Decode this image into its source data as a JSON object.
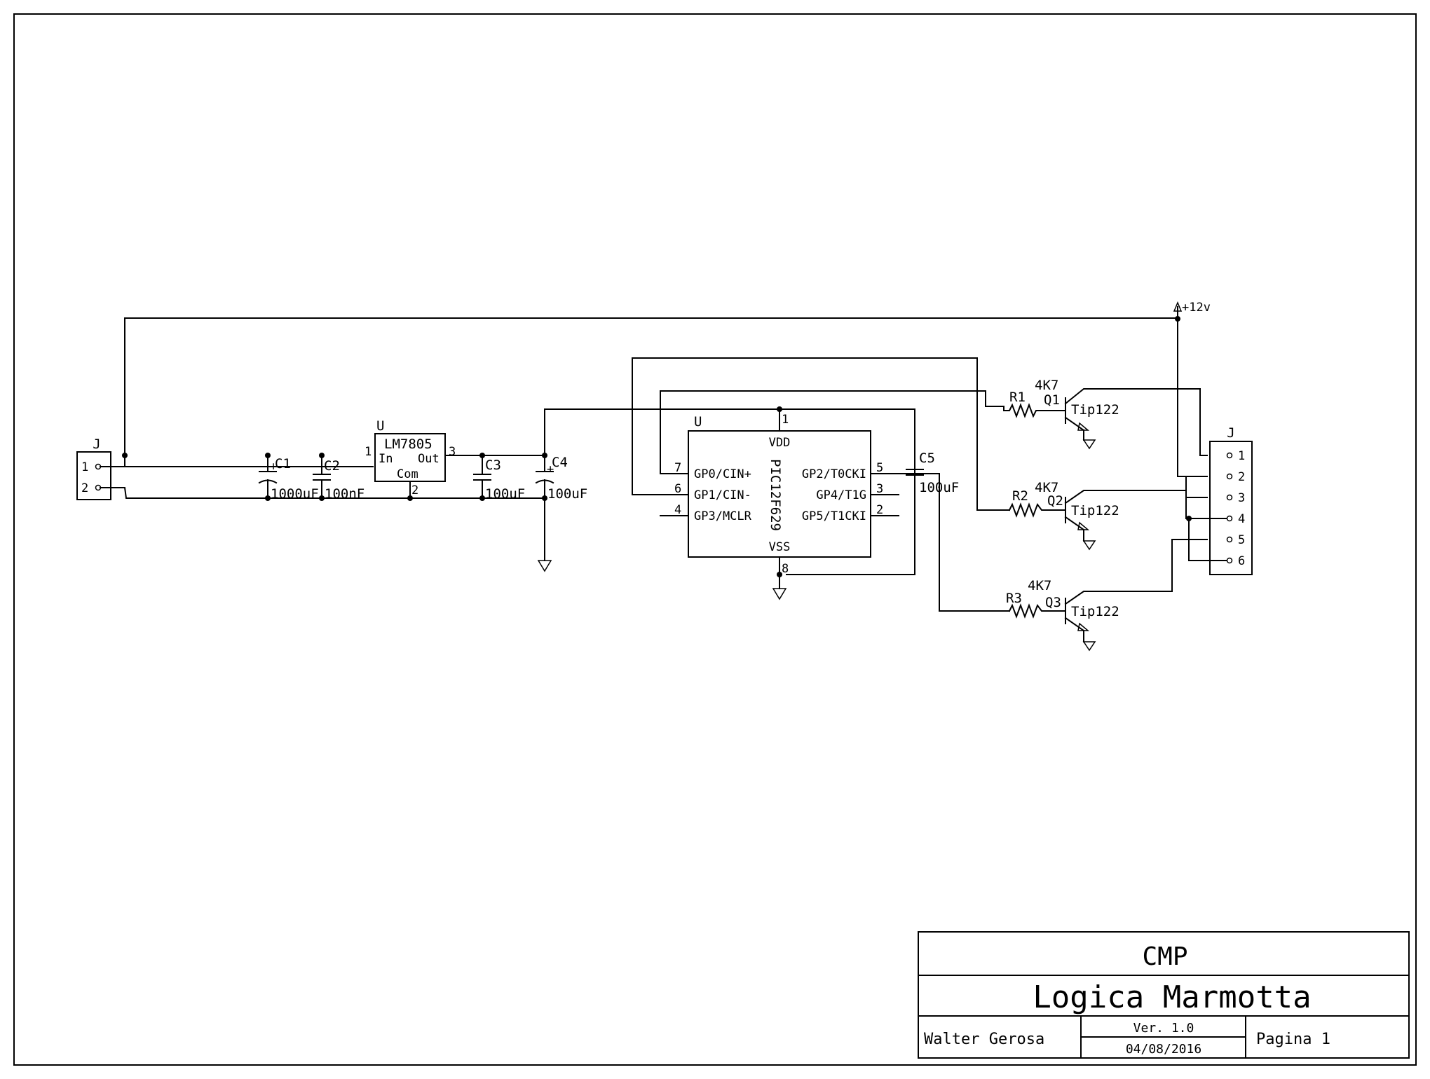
{
  "title_block": {
    "company": "CMP",
    "project": "Logica Marmotta",
    "author": "Walter Gerosa",
    "version": "Ver. 1.0",
    "date": "04/08/2016",
    "page": "Pagina 1"
  },
  "power_label": "+12v",
  "connector_in": {
    "ref": "J",
    "pins": [
      "1",
      "2"
    ]
  },
  "connector_out": {
    "ref": "J",
    "pins": [
      "1",
      "2",
      "3",
      "4",
      "5",
      "6"
    ]
  },
  "regulator": {
    "ref": "U",
    "part": "LM7805",
    "pin_in": "In",
    "pin_out": "Out",
    "pin_com": "Com",
    "num_in": "1",
    "num_com": "2",
    "num_out": "3"
  },
  "mcu": {
    "ref": "U",
    "part": "PIC12F629",
    "vdd": "VDD",
    "vss": "VSS",
    "vdd_num": "1",
    "vss_num": "8",
    "left_pins": [
      {
        "num": "7",
        "name": "GP0/CIN+"
      },
      {
        "num": "6",
        "name": "GP1/CIN-"
      },
      {
        "num": "4",
        "name": "GP3/MCLR"
      }
    ],
    "right_pins": [
      {
        "num": "5",
        "name": "GP2/T0CKI"
      },
      {
        "num": "3",
        "name": "GP4/T1G"
      },
      {
        "num": "2",
        "name": "GP5/T1CKI"
      }
    ]
  },
  "capacitors": [
    {
      "ref": "C1",
      "value": "1000uF"
    },
    {
      "ref": "C2",
      "value": "100nF"
    },
    {
      "ref": "C3",
      "value": "100uF"
    },
    {
      "ref": "C4",
      "value": "100uF"
    },
    {
      "ref": "C5",
      "value": "100uF"
    }
  ],
  "resistors": [
    {
      "ref": "R1",
      "value": "4K7"
    },
    {
      "ref": "R2",
      "value": "4K7"
    },
    {
      "ref": "R3",
      "value": "4K7"
    }
  ],
  "transistors": [
    {
      "ref": "Q1",
      "part": "Tip122"
    },
    {
      "ref": "Q2",
      "part": "Tip122"
    },
    {
      "ref": "Q3",
      "part": "Tip122"
    }
  ],
  "plus_sign": "+"
}
